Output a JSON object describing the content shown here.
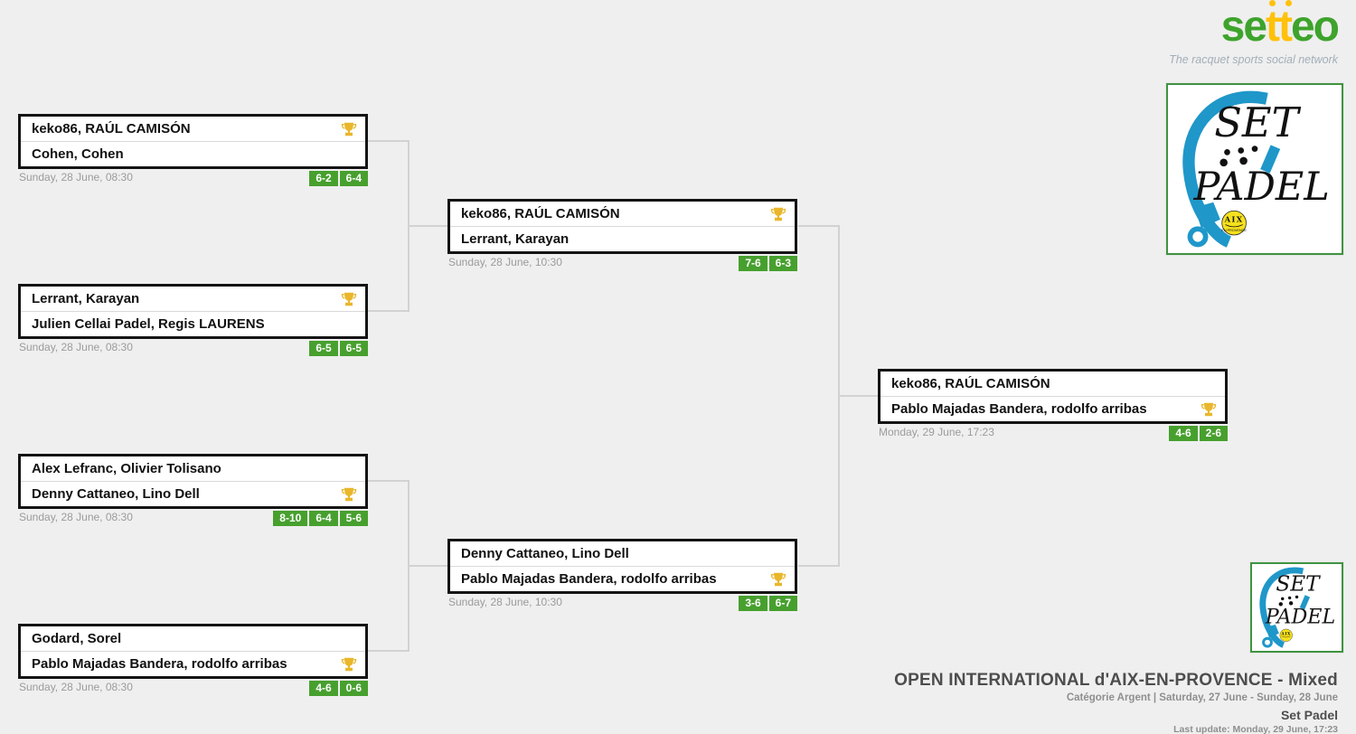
{
  "logos": {
    "setteo": {
      "word_part1": "se",
      "word_part2": "tt",
      "word_part3": "eo",
      "tagline": "The racquet sports social network",
      "green": "#3ea32c",
      "yellow": "#ffc10a"
    },
    "set_padel": {
      "word1": "SET",
      "word2": "PADEL",
      "badge": "AIX",
      "badge_sub": "EN PROVENCE",
      "blue": "#1f97c9",
      "border_green": "#3f9440",
      "badge_yellow": "#f6e11d"
    }
  },
  "bracket": {
    "score_color": "#47a02e",
    "trophy_color": "#e9b72c",
    "rounds": [
      {
        "matches": [
          {
            "team1": "keko86, RAÚL CAMISÓN",
            "team2": "Cohen, Cohen",
            "winner": 1,
            "date": "Sunday, 28 June, 08:30",
            "scores": [
              "6-2",
              "6-4"
            ]
          },
          {
            "team1": "Lerrant, Karayan",
            "team2": "Julien Cellai Padel, Regis LAURENS",
            "winner": 1,
            "date": "Sunday, 28 June, 08:30",
            "scores": [
              "6-5",
              "6-5"
            ]
          },
          {
            "team1": "Alex Lefranc, Olivier Tolisano",
            "team2": "Denny Cattaneo, Lino Dell",
            "winner": 2,
            "date": "Sunday, 28 June, 08:30",
            "scores": [
              "8-10",
              "6-4",
              "5-6"
            ]
          },
          {
            "team1": "Godard, Sorel",
            "team2": "Pablo Majadas Bandera, rodolfo arribas",
            "winner": 2,
            "date": "Sunday, 28 June, 08:30",
            "scores": [
              "4-6",
              "0-6"
            ]
          }
        ]
      },
      {
        "matches": [
          {
            "team1": "keko86, RAÚL CAMISÓN",
            "team2": "Lerrant, Karayan",
            "winner": 1,
            "date": "Sunday, 28 June, 10:30",
            "scores": [
              "7-6",
              "6-3"
            ]
          },
          {
            "team1": "Denny Cattaneo, Lino Dell",
            "team2": "Pablo Majadas Bandera, rodolfo arribas",
            "winner": 2,
            "date": "Sunday, 28 June, 10:30",
            "scores": [
              "3-6",
              "6-7"
            ]
          }
        ]
      },
      {
        "matches": [
          {
            "team1": "keko86, RAÚL CAMISÓN",
            "team2": "Pablo Majadas Bandera, rodolfo arribas",
            "winner": 2,
            "date": "Monday, 29 June, 17:23",
            "scores": [
              "4-6",
              "2-6"
            ]
          }
        ]
      }
    ]
  },
  "footer": {
    "title": "OPEN INTERNATIONAL d'AIX-EN-PROVENCE - Mixed",
    "subtitle": "Catégorie Argent | Saturday, 27 June - Sunday, 28 June",
    "club": "Set Padel",
    "last_update": "Last update: Monday, 29 June, 17:23"
  }
}
